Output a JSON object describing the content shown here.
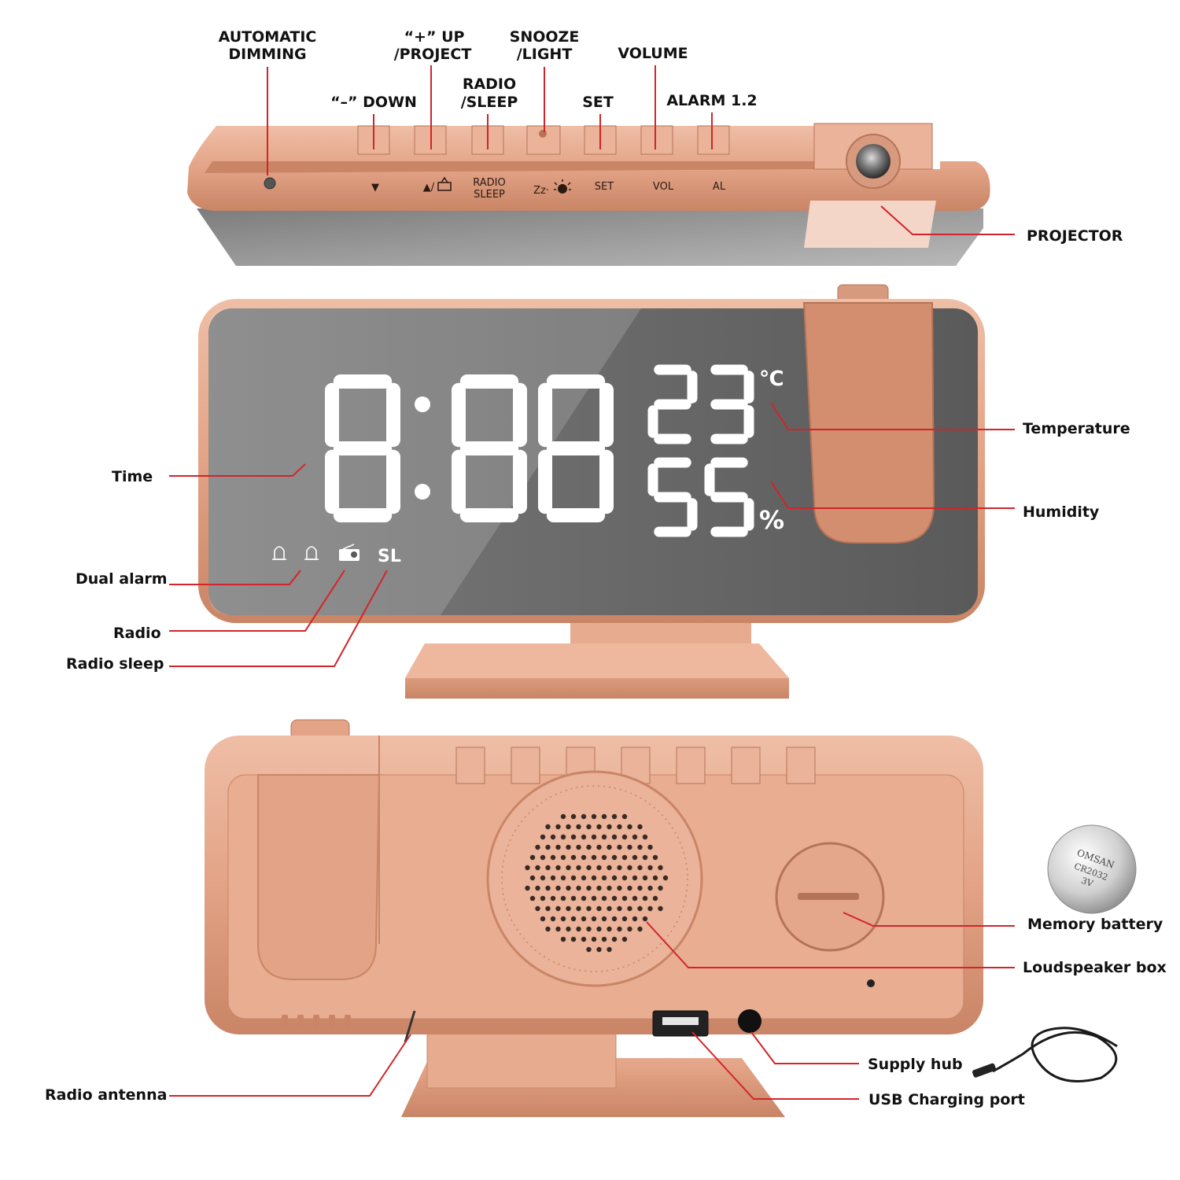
{
  "top_view": {
    "labels": {
      "automatic_dimming": [
        "AUTOMATIC",
        "DIMMING"
      ],
      "minus_down": "“–” DOWN",
      "plus_up_project": [
        "“+” UP",
        "/PROJECT"
      ],
      "radio_sleep": [
        "RADIO",
        "/SLEEP"
      ],
      "snooze_light": [
        "SNOOZE",
        "/LIGHT"
      ],
      "set": "SET",
      "volume": "VOLUME",
      "alarm": "ALARM 1.2",
      "projector": "PROJECTOR"
    },
    "button_prints": {
      "down": "▼",
      "up": "▲/",
      "radio": "RADIO",
      "sleep": "SLEEP",
      "snooze": "Zz·",
      "set": "SET",
      "vol": "VOL",
      "al": "AL"
    }
  },
  "front_view": {
    "display": {
      "time": "8:88",
      "temperature": "23",
      "temperature_unit": "℃",
      "humidity": "55",
      "humidity_unit": "%",
      "radio_sleep_indicator": "SL"
    },
    "labels": {
      "time": "Time",
      "temperature": "Temperature",
      "humidity": "Humidity",
      "dual_alarm": "Dual alarm",
      "radio": "Radio",
      "radio_sleep": "Radio sleep"
    }
  },
  "back_view": {
    "labels": {
      "memory_battery": "Memory battery",
      "loudspeaker_box": "Loudspeaker box",
      "supply_hub": "Supply hub",
      "usb_charging_port": "USB Charging port",
      "radio_antenna": "Radio antenna"
    },
    "battery_print": [
      "OMSAN",
      "CR2032",
      "3V"
    ]
  },
  "colors": {
    "body": "#e6a88c",
    "body_dark": "#c98566",
    "screen": "#5b5b5b",
    "leader": "#d2242a"
  }
}
